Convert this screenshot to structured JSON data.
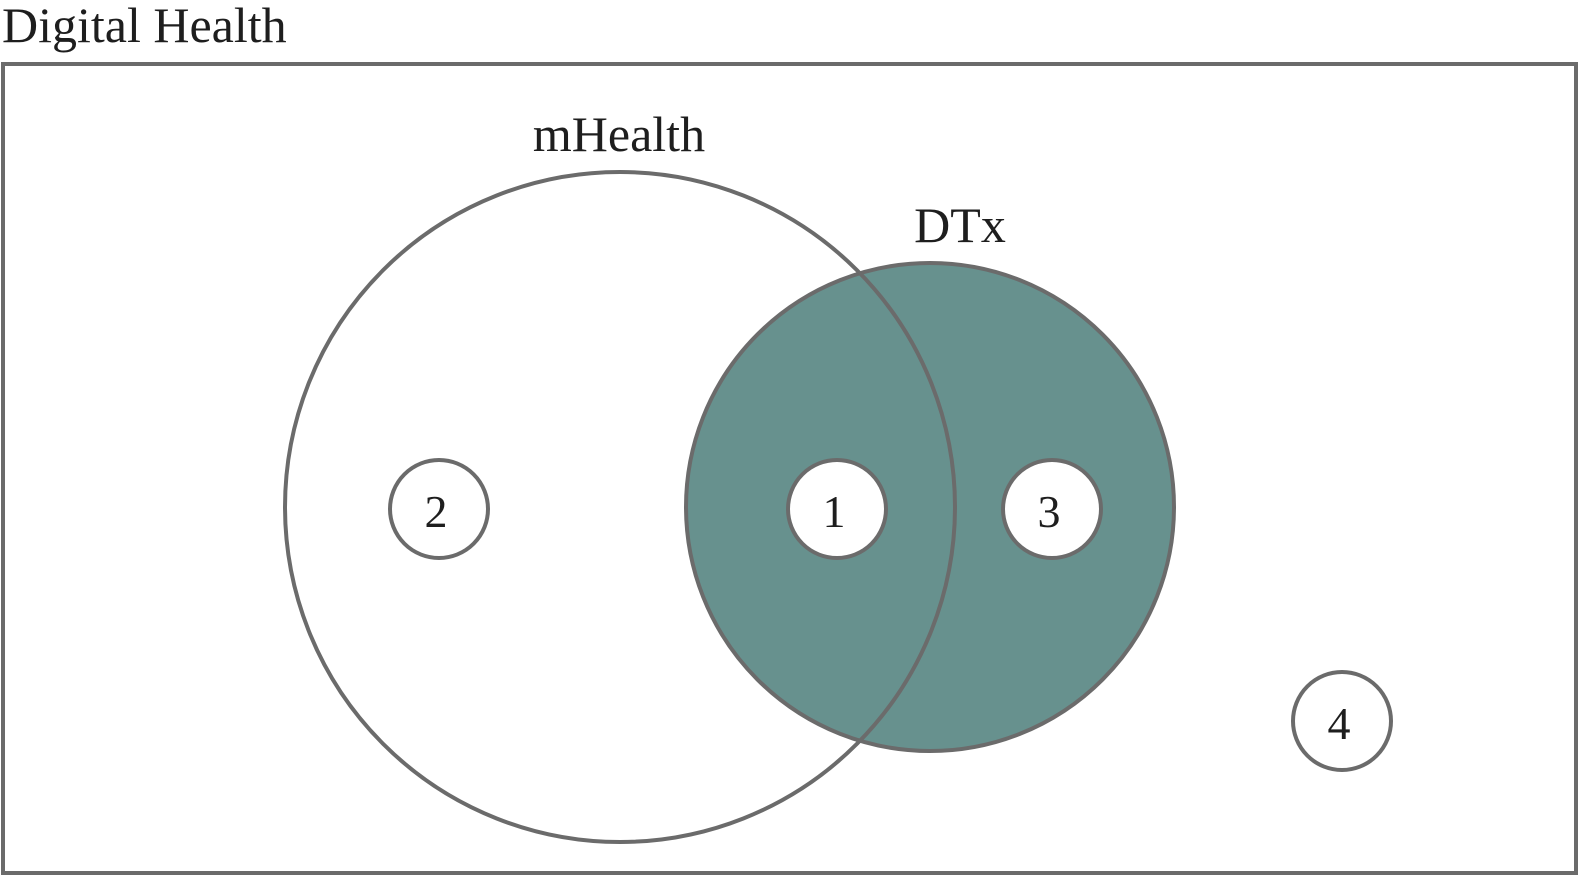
{
  "diagram": {
    "title": "Digital Health",
    "sets": {
      "mhealth": {
        "label": "mHealth"
      },
      "dtx": {
        "label": "DTx"
      }
    },
    "regions": [
      {
        "id": "mhealth-and-dtx",
        "label": "1"
      },
      {
        "id": "mhealth-only",
        "label": "2"
      },
      {
        "id": "dtx-only",
        "label": "3"
      },
      {
        "id": "neither",
        "label": "4"
      }
    ]
  },
  "colors": {
    "dtx_fill": "#67918e",
    "stroke": "#6b6b6b",
    "text": "#1e1e1e",
    "background": "#ffffff"
  }
}
